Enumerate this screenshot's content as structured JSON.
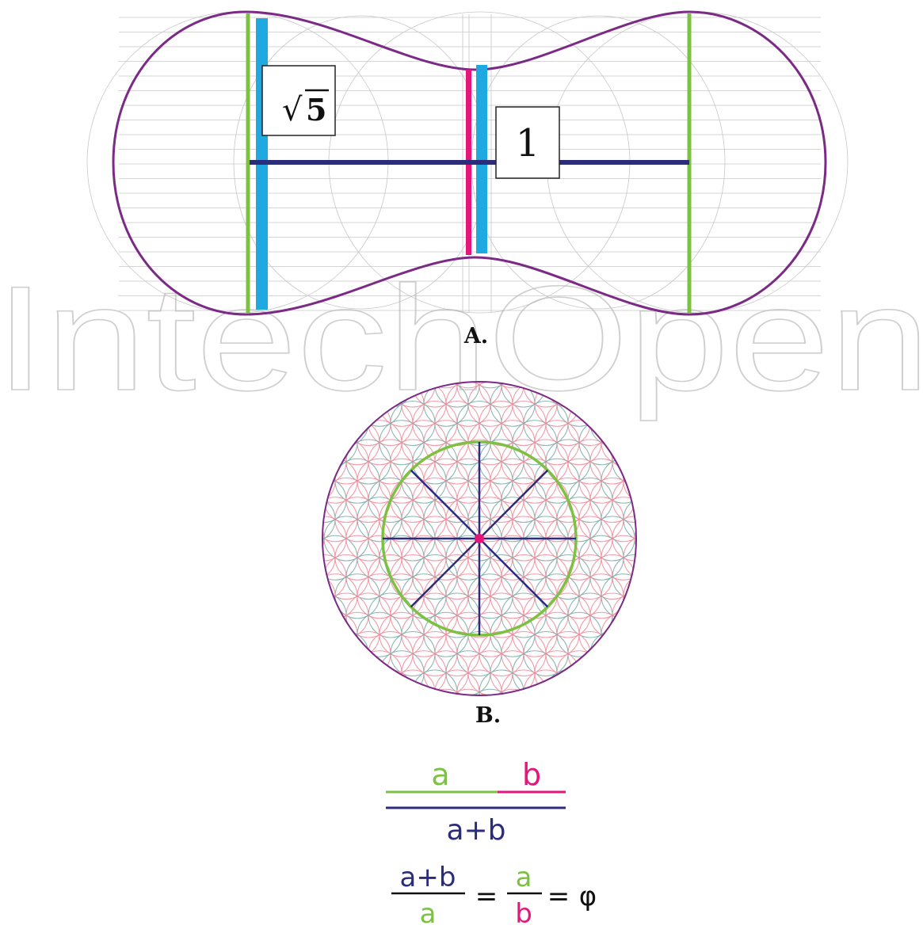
{
  "watermark": "IntechOpen",
  "figure_a": {
    "label": "A.",
    "root_label_sqrt": "√",
    "root_label_value": "5",
    "unit_label": "1"
  },
  "figure_b": {
    "label": "B."
  },
  "golden_ratio": {
    "segment_a": "a",
    "segment_b": "b",
    "whole": "a+b",
    "eq_numerator_left": "a+b",
    "eq_denominator_left": "a",
    "eq_equals_1": "=",
    "eq_numerator_right": "a",
    "eq_denominator_right": "b",
    "eq_equals_2": "=",
    "eq_phi": "φ"
  },
  "colors": {
    "purple_outline": "#7b2a86",
    "green": "#7dc142",
    "blue_bar": "#1fa9e1",
    "navy": "#2b2d7c",
    "magenta": "#e6157a",
    "flower_pink": "#f08a9a",
    "flower_teal": "#7aa9a6",
    "grid_gray": "#b5b5b5",
    "watermark_gray": "#c9c9c9"
  }
}
